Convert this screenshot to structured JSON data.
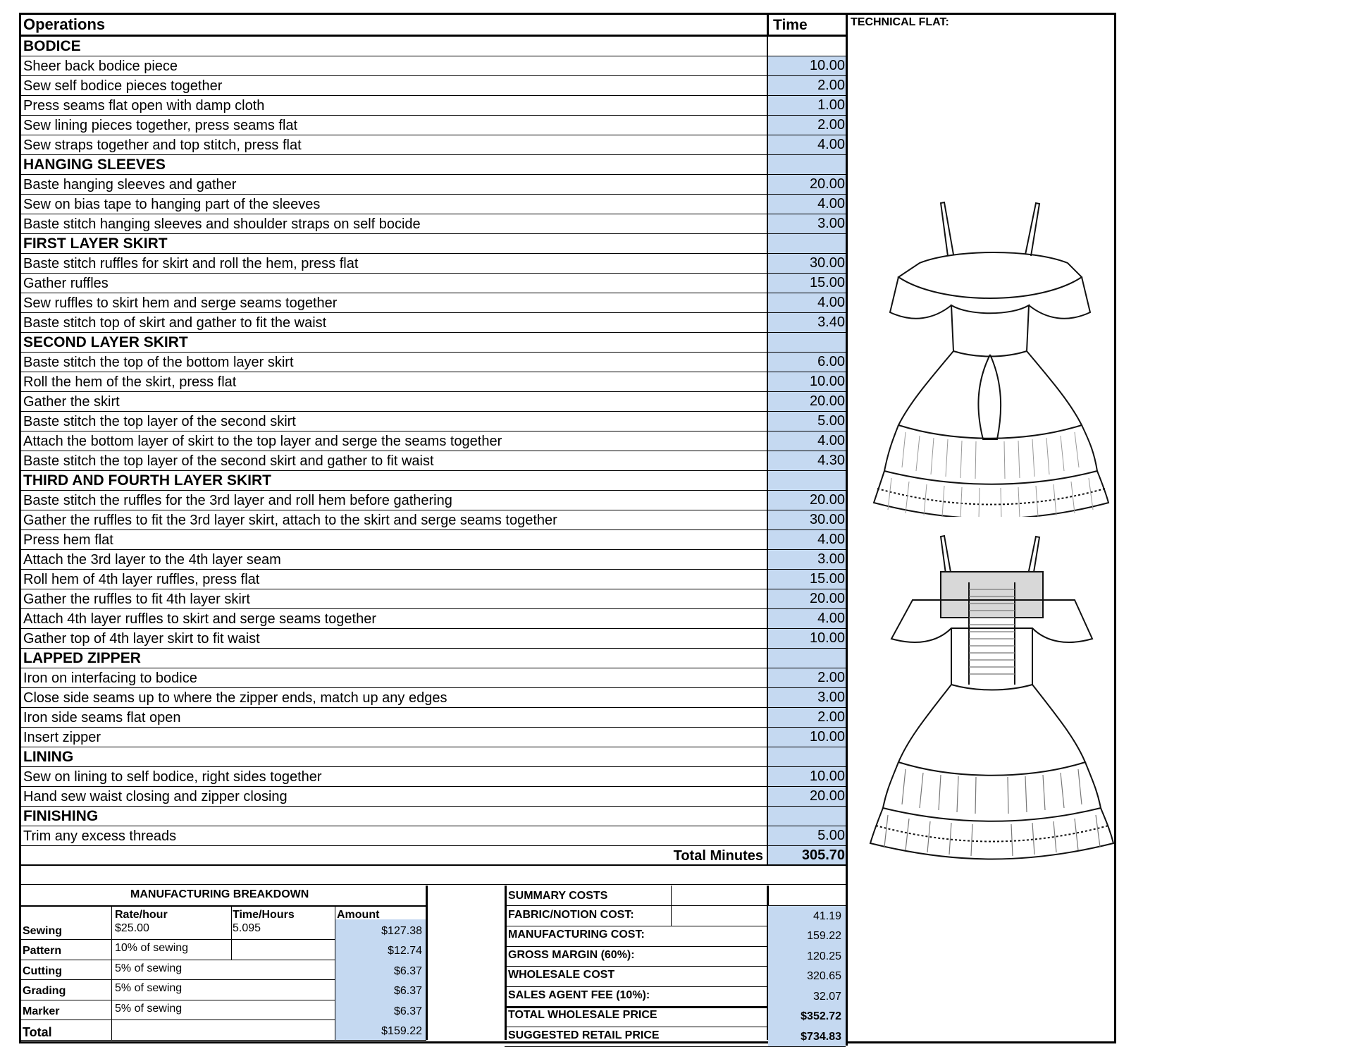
{
  "header": {
    "operations_label": "Operations",
    "time_label": "Time",
    "technical_flat_label": "TECHNICAL FLAT:"
  },
  "operations": [
    {
      "type": "section",
      "label": "BODICE"
    },
    {
      "type": "op",
      "label": "Sheer back bodice piece",
      "time": "10.00"
    },
    {
      "type": "op",
      "label": "Sew self bodice pieces together",
      "time": "2.00"
    },
    {
      "type": "op",
      "label": "Press seams flat open with damp cloth",
      "time": "1.00"
    },
    {
      "type": "op",
      "label": "Sew lining pieces together, press seams flat",
      "time": "2.00"
    },
    {
      "type": "op",
      "label": "Sew straps together and top stitch, press flat",
      "time": "4.00"
    },
    {
      "type": "section",
      "label": "HANGING SLEEVES"
    },
    {
      "type": "op",
      "label": "Baste hanging sleeves and gather",
      "time": "20.00"
    },
    {
      "type": "op",
      "label": "Sew on bias tape to hanging part of the sleeves",
      "time": "4.00"
    },
    {
      "type": "op",
      "label": "Baste stitch hanging sleeves and shoulder straps on self bocide",
      "time": "3.00"
    },
    {
      "type": "section",
      "label": "FIRST LAYER SKIRT"
    },
    {
      "type": "op",
      "label": "Baste stitch ruffles for skirt and roll the hem, press flat",
      "time": "30.00"
    },
    {
      "type": "op",
      "label": "Gather ruffles",
      "time": "15.00"
    },
    {
      "type": "op",
      "label": "Sew ruffles to skirt hem and serge seams together",
      "time": "4.00"
    },
    {
      "type": "op",
      "label": "Baste stitch top of skirt and gather to fit the waist",
      "time": "3.40"
    },
    {
      "type": "section",
      "label": "SECOND LAYER SKIRT"
    },
    {
      "type": "op",
      "label": "Baste stitch the top of the bottom layer skirt",
      "time": "6.00"
    },
    {
      "type": "op",
      "label": "Roll the hem of the skirt, press flat",
      "time": "10.00"
    },
    {
      "type": "op",
      "label": "Gather the skirt",
      "time": "20.00"
    },
    {
      "type": "op",
      "label": "Baste stitch the top layer of the second skirt",
      "time": "5.00"
    },
    {
      "type": "op",
      "label": "Attach the bottom layer of skirt to the top layer and serge the seams together",
      "time": "4.00"
    },
    {
      "type": "op",
      "label": "Baste stitch the top layer of the second skirt and gather to fit waist",
      "time": "4.30"
    },
    {
      "type": "section",
      "label": "THIRD AND FOURTH LAYER SKIRT"
    },
    {
      "type": "op",
      "label": "Baste stitch the ruffles for the 3rd layer and roll hem before gathering",
      "time": "20.00"
    },
    {
      "type": "op",
      "label": "Gather the ruffles to fit the 3rd layer skirt, attach to the skirt and serge seams together",
      "time": "30.00"
    },
    {
      "type": "op",
      "label": "Press hem flat",
      "time": "4.00"
    },
    {
      "type": "op",
      "label": "Attach the 3rd layer to the 4th layer seam",
      "time": "3.00"
    },
    {
      "type": "op",
      "label": "Roll hem of 4th layer ruffles, press flat",
      "time": "15.00"
    },
    {
      "type": "op",
      "label": "Gather the ruffles to fit 4th layer skirt",
      "time": "20.00"
    },
    {
      "type": "op",
      "label": "Attach 4th layer ruffles to skirt and serge seams together",
      "time": "4.00"
    },
    {
      "type": "op",
      "label": "Gather top of 4th layer skirt to fit waist",
      "time": "10.00"
    },
    {
      "type": "section",
      "label": "LAPPED ZIPPER"
    },
    {
      "type": "op",
      "label": "Iron on interfacing to bodice",
      "time": "2.00"
    },
    {
      "type": "op",
      "label": "Close side seams up to where the zipper ends, match up any edges",
      "time": "3.00"
    },
    {
      "type": "op",
      "label": "Iron side seams flat open",
      "time": "2.00"
    },
    {
      "type": "op",
      "label": "Insert zipper",
      "time": "10.00"
    },
    {
      "type": "section",
      "label": "LINING"
    },
    {
      "type": "op",
      "label": "Sew on lining to self bodice, right sides together",
      "time": "10.00"
    },
    {
      "type": "op",
      "label": "Hand sew waist closing and zipper closing",
      "time": "20.00"
    },
    {
      "type": "section",
      "label": "FINISHING"
    },
    {
      "type": "op",
      "label": "Trim any excess threads",
      "time": "5.00"
    }
  ],
  "total_minutes": {
    "label": "Total Minutes",
    "value": "305.70"
  },
  "manufacturing": {
    "title": "MANUFACTURING BREAKDOWN",
    "col_rate": "Rate/hour",
    "col_time": "Time/Hours",
    "col_amount": "Amount",
    "rows": [
      {
        "label": "Sewing",
        "rate": "$25.00",
        "time": "5.095",
        "amount": "$127.38"
      },
      {
        "label": "Pattern",
        "rate": "10% of sewing",
        "time": "",
        "amount": "$12.74"
      },
      {
        "label": "Cutting",
        "rate": "5% of sewing",
        "time": "",
        "amount": "$6.37"
      },
      {
        "label": "Grading",
        "rate": "5% of sewing",
        "time": "",
        "amount": "$6.37"
      },
      {
        "label": "Marker",
        "rate": "5% of sewing",
        "time": "",
        "amount": "$6.37"
      },
      {
        "label": "Total",
        "rate": "",
        "time": "",
        "amount": "$159.22"
      }
    ]
  },
  "summary": {
    "title": "SUMMARY COSTS",
    "rows": [
      {
        "label": "FABRIC/NOTION COST:",
        "value": "41.19"
      },
      {
        "label": "MANUFACTURING COST:",
        "value": "159.22"
      },
      {
        "label": "GROSS MARGIN (60%):",
        "value": "120.25"
      },
      {
        "label": "WHOLESALE COST",
        "value": "320.65"
      },
      {
        "label": "SALES AGENT FEE (10%):",
        "value": "32.07"
      },
      {
        "label": "TOTAL WHOLESALE PRICE",
        "value": "$352.72"
      },
      {
        "label": "SUGGESTED RETAIL PRICE",
        "value": "$734.83"
      }
    ]
  }
}
